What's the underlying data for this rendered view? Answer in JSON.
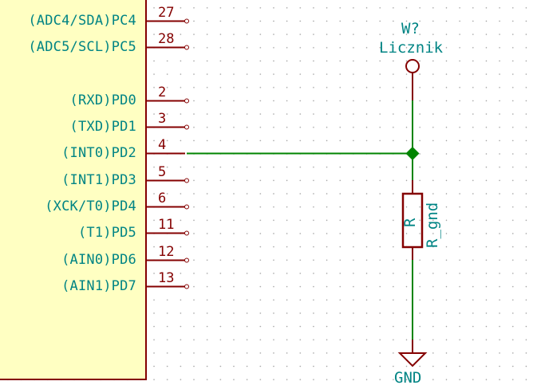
{
  "colors": {
    "component": "#840000",
    "wire": "#008400",
    "text": "#008484",
    "body": "#ffffc2"
  },
  "mcu": {
    "pins": [
      {
        "label": "(ADC4/SDA)PC4",
        "number": "27"
      },
      {
        "label": "(ADC5/SCL)PC5",
        "number": "28"
      },
      {
        "label": "(RXD)PD0",
        "number": "2"
      },
      {
        "label": "(TXD)PD1",
        "number": "3"
      },
      {
        "label": "(INT0)PD2",
        "number": "4"
      },
      {
        "label": "(INT1)PD3",
        "number": "5"
      },
      {
        "label": "(XCK/T0)PD4",
        "number": "6"
      },
      {
        "label": "(T1)PD5",
        "number": "11"
      },
      {
        "label": "(AIN0)PD6",
        "number": "12"
      },
      {
        "label": "(AIN1)PD7",
        "number": "13"
      }
    ]
  },
  "connector": {
    "reference": "W?",
    "value": "Licznik"
  },
  "resistor": {
    "reference": "R",
    "value": "R_gnd"
  },
  "power": {
    "label": "GND"
  }
}
